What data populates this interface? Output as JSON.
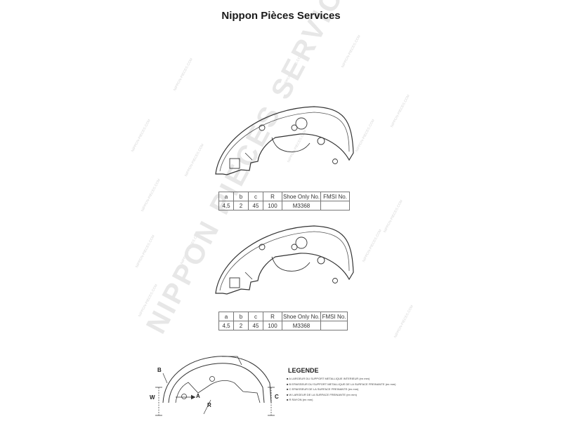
{
  "title": "Nippon Pièces Services",
  "watermark": {
    "large": "NIPPON PIECES SERVICES",
    "small": "NIPPON-PIECES.COM"
  },
  "spec_tables": [
    {
      "headers": [
        "a",
        "b",
        "c",
        "R",
        "Shoe Only No.",
        "FMSI No."
      ],
      "row": [
        "4,5",
        "2",
        "45",
        "100",
        "M3368",
        ""
      ]
    },
    {
      "headers": [
        "a",
        "b",
        "c",
        "R",
        "Shoe Only No.",
        "FMSI No."
      ],
      "row": [
        "4,5",
        "2",
        "45",
        "100",
        "M3368",
        ""
      ]
    }
  ],
  "diagram_labels": {
    "b": "B",
    "w": "W",
    "a": "A",
    "r": "R",
    "c": "C"
  },
  "legend": {
    "title": "LEGENDE",
    "items": [
      "A LARGEUR DU SUPPORT METALLIQUE INTERIEUR (en mm)",
      "B EPAISSEUR DU SUPPORT METALLIQUE DE LA SURFACE FREINANTE (en mm)",
      "C EPAISSEUR DE LA SURFACE FREINANTE (en mm)",
      "W LARGEUR DE LA SURFACE FREINANTE (en mm)",
      "R RAYON (en mm)"
    ]
  }
}
